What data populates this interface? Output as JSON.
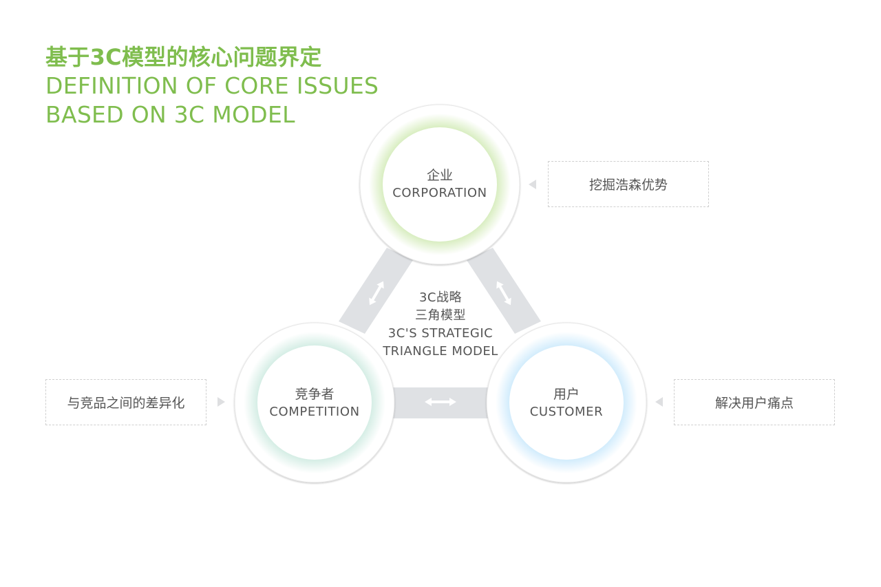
{
  "title": {
    "cn": "基于3C模型的核心问题界定",
    "en_line1": "DEFINITION OF CORE ISSUES",
    "en_line2": "BASED ON 3C MODEL"
  },
  "center": {
    "cn_line1": "3C战略",
    "cn_line2": "三角模型",
    "en_line1": "3C'S STRATEGIC",
    "en_line2": "TRIANGLE MODEL"
  },
  "nodes": {
    "corporation": {
      "cn": "企业",
      "en": "CORPORATION",
      "ring_color": "#a9d57a"
    },
    "competition": {
      "cn": "竞争者",
      "en": "COMPETITION",
      "ring_color": "#9bd3bf"
    },
    "customer": {
      "cn": "用户",
      "en": "CUSTOMER",
      "ring_color": "#8ccdf6"
    }
  },
  "side_notes": {
    "corporation": "挖掘浩森优势",
    "competition": "与竞品之间的差异化",
    "customer": "解决用户痛点"
  },
  "colors": {
    "title": "#7fbd4e",
    "connector": "#dfe1e4",
    "text": "#555555"
  }
}
